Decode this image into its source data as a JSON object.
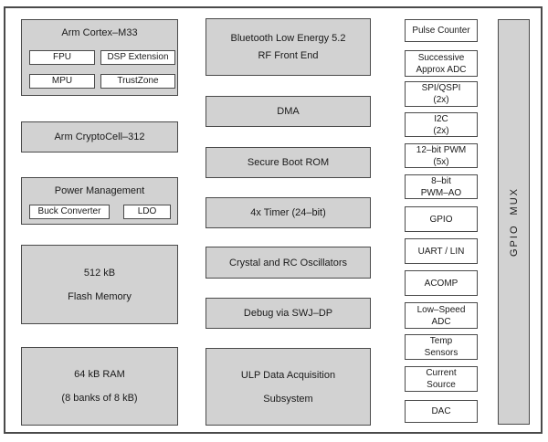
{
  "colors": {
    "fill": "#d2d2d2",
    "border": "#4a4a4a",
    "white": "#ffffff",
    "text": "#1a1a1a"
  },
  "blocks": {
    "cortex": {
      "title": "Arm Cortex–M33",
      "fpu": "FPU",
      "dsp": "DSP Extension",
      "mpu": "MPU",
      "trustzone": "TrustZone"
    },
    "cryptocell": {
      "label": "Arm CryptoCell–312"
    },
    "power": {
      "title": "Power Management",
      "buck": "Buck Converter",
      "ldo": "LDO"
    },
    "flash": {
      "line1": "512 kB",
      "line2": "Flash Memory"
    },
    "ram": {
      "line1": "64 kB RAM",
      "line2": "(8 banks of 8 kB)"
    },
    "ble": {
      "line1": "Bluetooth Low Energy 5.2",
      "line2": "RF Front End"
    },
    "dma": {
      "label": "DMA"
    },
    "secure_boot": {
      "label": "Secure Boot ROM"
    },
    "timer": {
      "label": "4x Timer (24–bit)"
    },
    "oscillators": {
      "label": "Crystal and RC Oscillators"
    },
    "debug": {
      "label": "Debug via SWJ–DP"
    },
    "ulp": {
      "line1": "ULP Data Acquisition",
      "line2": "Subsystem"
    }
  },
  "peripherals": [
    {
      "line1": "Pulse Counter"
    },
    {
      "line1": "Successive",
      "line2": "Approx ADC"
    },
    {
      "line1": "SPI/QSPI",
      "line2": "(2x)"
    },
    {
      "line1": "I2C",
      "line2": "(2x)"
    },
    {
      "line1": "12–bit PWM",
      "line2": "(5x)"
    },
    {
      "line1": "8–bit",
      "line2": "PWM–AO"
    },
    {
      "line1": "GPIO"
    },
    {
      "line1": "UART / LIN"
    },
    {
      "line1": "ACOMP"
    },
    {
      "line1": "Low–Speed",
      "line2": "ADC"
    },
    {
      "line1": "Temp",
      "line2": "Sensors"
    },
    {
      "line1": "Current",
      "line2": "Source"
    },
    {
      "line1": "DAC"
    }
  ],
  "gpio_mux": {
    "label": "GPIO MUX"
  }
}
